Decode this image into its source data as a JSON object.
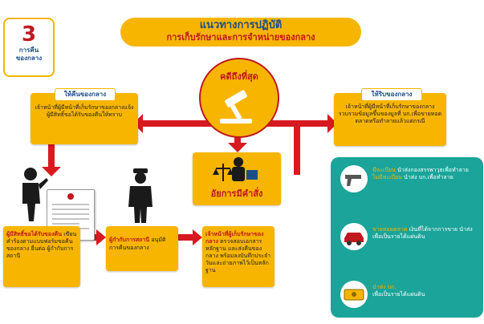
{
  "step": {
    "number": "3",
    "label_line1": "การคืน",
    "label_line2": "ของกลาง"
  },
  "title": {
    "line1": "แนวทางการปฏิบัติ",
    "line2": "การเก็บรักษาและการจำหน่ายของกลาง"
  },
  "final_case": {
    "label": "คดีถึงที่สุด"
  },
  "prosecutor": {
    "label": "อัยการมีคำสั่ง"
  },
  "return_box": {
    "header": "ให้คืนของกลาง",
    "body": "เจ้าหน้าที่ผู้มีหน้าที่เก็บรักษาของกลางแจ้งผู้มีสิทธิ์ขอได้รับของคืนให้ทราบ"
  },
  "seize_box": {
    "header": "ให้ริบของกลาง",
    "body": "เจ้าหน้าที่ผู้มีหน้าที่เก็บรักษาของกลางรวบรวมข้อมูลขึ้นของมูลที่ บก.เพื่อขายทอดตลาดหรือทำลายแล้วแต่กรณี"
  },
  "owner_box": {
    "highlight": "ผู้มีสิทธิ์ขอได้รับของคืน",
    "body": "เขียนคำร้องตามแบบฟอร์มขอคืนของกลาง ยื่นต่อ ผู้กำกับการสถานี"
  },
  "supervisor_box": {
    "highlight": "ผู้กำกับการสถานี",
    "body": "อนุมัติการคืนของกลาง"
  },
  "officer_box": {
    "highlight": "เจ้าหน้าที่ผู้เก็บรักษาของกลาง",
    "body": "ตรวจสอบเอกสารหลักฐาน และส่งคืนของกลาง พร้อมลงบันทึกประจำวันและถ่ายภาพไว้เป็นหลักฐาน"
  },
  "disposal_rows": [
    {
      "icon": "gun-icon",
      "line1_hl": "มีทะเบียน",
      "line1": " นำส่งกองสรรพาวุธเพื่อทำลาย",
      "line2_hl": "ไม่มีทะเบียน",
      "line2": " นำส่ง บก.เพื่อทำลาย"
    },
    {
      "icon": "car-icon",
      "line1_hl": "ขายทอดตลาด",
      "line1": " เงินที่ได้จากการขาย นำส่งเพื่อเป็นรายได้แผ่นดิน",
      "line2_hl": "",
      "line2": ""
    },
    {
      "icon": "money-icon",
      "line1_hl": "นำส่ง บก.",
      "line1": "",
      "line2_hl": "",
      "line2": "เพื่อเป็นรายได้แผ่นดิน"
    }
  ],
  "colors": {
    "accent": "#f7b500",
    "red": "#d71920",
    "teal": "#1aa49a",
    "blue": "#1c4e8c"
  }
}
